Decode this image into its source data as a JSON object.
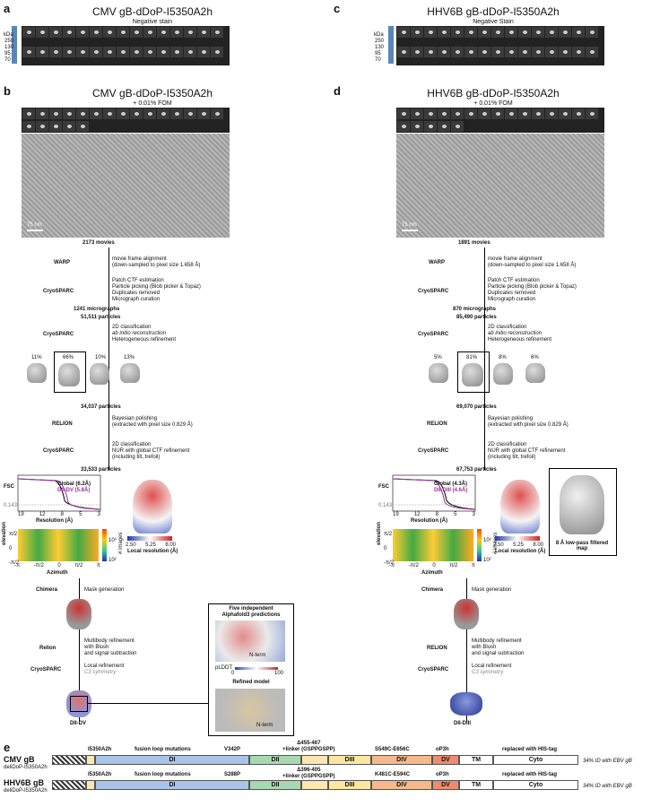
{
  "panels": {
    "a": {
      "letter": "a",
      "title": "CMV gB-dDoP-I5350A2h",
      "subtitle": "Negative stain",
      "ladder_unit": "kDa",
      "ladder": [
        "250",
        "130",
        "95",
        "70"
      ]
    },
    "b": {
      "letter": "b",
      "title": "CMV gB-dDoP-I5350A2h",
      "subtitle": "+ 0.01% FOM",
      "scalebar": "75 nm",
      "workflow": [
        {
          "count": "2173 movies"
        },
        {
          "software": "WARP",
          "text": [
            "movie frame alignment",
            "(down-sampled to pixel size 1.658 Å)"
          ]
        },
        {
          "software": "CryoSPARC",
          "text": [
            "Patch CTF estimation",
            "Particle picking (Blob picker & Topaz)",
            "Duplicates removed",
            "Micrograph curation"
          ]
        },
        {
          "count": "1241 micrographs"
        },
        {
          "count": "51,511 particles"
        },
        {
          "software": "CryoSPARC",
          "text": [
            "2D classification",
            "ab initio reconstruction",
            "Heterogeneous refinement"
          ]
        },
        {
          "count": "34,037 particles"
        },
        {
          "software": "RELION",
          "text": [
            "Bayesian polishing",
            "(extracted with pixel size 0.829 Å)"
          ]
        },
        {
          "software": "CryoSPARC",
          "text": [
            "2D classification",
            "NUR with global CTF refinement",
            "(including tilt, trefoil)"
          ]
        },
        {
          "count": "33,533 particles"
        }
      ],
      "class_pcts": [
        "11%",
        "66%",
        "10%",
        "13%"
      ],
      "fsc": {
        "ylabel": "FSC",
        "xlabel": "Resolution (Å)",
        "xticks": [
          "19",
          "12",
          "8",
          "5",
          "3"
        ],
        "threshold": "0.143",
        "legend": [
          "Global (6.2Å)",
          "DII-DV (5.8Å)"
        ]
      },
      "orient": {
        "ylabel": "elevation",
        "xlabel": "Azimuth",
        "yticks": [
          "π/2",
          "0",
          "-π/2"
        ],
        "xticks": [
          "-π",
          "-π/2",
          "0",
          "π/2",
          "π"
        ],
        "cbar_ticks": [
          "10³",
          "10²"
        ],
        "cbar_label": "# images"
      },
      "locres": {
        "ticks": [
          "2.50",
          "5.25",
          "8.00"
        ],
        "label": "Local resolution (Å)"
      },
      "post": [
        {
          "software": "Chimera",
          "text": [
            "Mask generation"
          ]
        },
        {
          "software": "Relion",
          "text": [
            "Multibody refinement",
            "with Blush",
            "and signal subtraction"
          ]
        },
        {
          "software": "CryoSPARC",
          "text": [
            "Local refinement",
            "C3 symmetry"
          ]
        }
      ],
      "final_label": "DII-DV",
      "inset": {
        "title1": "Five independent",
        "title2": "Alphafold3 predictions",
        "nterm": "N-term",
        "plddt": "pLDDT",
        "plddt_min": "0",
        "plddt_max": "100",
        "refined": "Refined model",
        "nterm2": "N-term"
      }
    },
    "c": {
      "letter": "c",
      "title": "HHV6B gB-dDoP-I5350A2h",
      "subtitle": "Negative Stain",
      "ladder_unit": "kDa",
      "ladder": [
        "250",
        "130",
        "95",
        "70"
      ]
    },
    "d": {
      "letter": "d",
      "title": "HHV6B gB-dDoP-I5350A2h",
      "subtitle": "+ 0.01% FOM",
      "scalebar": "75 nm",
      "workflow": [
        {
          "count": "1891 movies"
        },
        {
          "software": "WARP",
          "text": [
            "movie frame alignment",
            "(down-sampled to pixel size 1.658 Å)"
          ]
        },
        {
          "software": "CryoSPARC",
          "text": [
            "Patch CTF estimation",
            "Particle picking (Blob picker & Topaz)",
            "Duplicates removed",
            "Micrograph curation"
          ]
        },
        {
          "count": "870 micrographs"
        },
        {
          "count": "85,490 particles"
        },
        {
          "software": "CryoSPARC",
          "text": [
            "2D classification",
            "ab initio reconstruction",
            "Heterogeneous refinement"
          ]
        },
        {
          "count": "69,070 particles"
        },
        {
          "software": "RELION",
          "text": [
            "Bayesian polishing",
            "(extracted with pixel size 0.829 Å)"
          ]
        },
        {
          "software": "CryoSPARC",
          "text": [
            "2D classification",
            "NUR with global CTF refinement",
            "(including tilt, trefoil)"
          ]
        },
        {
          "count": "67,753 particles"
        }
      ],
      "class_pcts": [
        "5%",
        "81%",
        "8%",
        "6%"
      ],
      "fsc": {
        "ylabel": "FSC",
        "xlabel": "Resolution (Å)",
        "xticks": [
          "19",
          "12",
          "8",
          "5",
          "3"
        ],
        "threshold": "0.143",
        "legend": [
          "Global (4.3Å)",
          "DII-DIII (4.6Å)"
        ]
      },
      "orient": {
        "ylabel": "elevation",
        "xlabel": "Azimuth",
        "yticks": [
          "π/2",
          "0",
          "-π/2"
        ],
        "xticks": [
          "-π",
          "-π/2",
          "0",
          "π/2",
          "π"
        ],
        "cbar_ticks": [
          "10³",
          "10²"
        ],
        "cbar_label": "# images"
      },
      "locres": {
        "ticks": [
          "2.50",
          "5.25",
          "8.00"
        ],
        "label": "Local resolution (Å)"
      },
      "lowpass": "8 Å low-pass filtered map",
      "post": [
        {
          "software": "Chimera",
          "text": [
            "Mask generation"
          ]
        },
        {
          "software": "RELION",
          "text": [
            "Multibody refinement",
            "with Blush",
            "and signal subtraction"
          ]
        },
        {
          "software": "CryoSPARC",
          "text": [
            "Local refinement",
            "C3 symmetry"
          ]
        }
      ],
      "final_label": "DII-DIII"
    },
    "e": {
      "letter": "e",
      "rows": [
        {
          "name": "CMV gB",
          "construct": "deliDoP-I5350A2h",
          "mut1": "I5350A2h",
          "mut2": "fusion loop mutations",
          "mut3": "V342P",
          "linker1": "Δ455-467",
          "linker2": "+linker (GSPPGSPP)",
          "mut4": "S549C-E656C",
          "op": "oP3h",
          "his": "replaced with HIS-tag",
          "identity": "34% ID with EBV gB"
        },
        {
          "name": "HHV6B gB",
          "construct": "deliDoP-I5350A2h",
          "mut1": "I5350A2h",
          "mut2": "fusion loop mutations",
          "mut3": "S288P",
          "linker1": "Δ396-405",
          "linker2": "+linker (GSPPGSPP)",
          "mut4": "K481C-E594C",
          "op": "oP3h",
          "his": "replaced with HIS-tag",
          "identity": "34% ID with EBV gB"
        }
      ],
      "domains": [
        "DI",
        "DII",
        "DIII",
        "DIV",
        "DV",
        "TM",
        "Cyto"
      ],
      "colors": {
        "DI": "#a9c4e6",
        "DII": "#a8d8b0",
        "DIII": "#fbe7a0",
        "DIV": "#f5b98c",
        "DV": "#f08a6e",
        "link": "#fde6b0",
        "TM": "#ffffff",
        "Cyto": "#ffffff"
      }
    }
  }
}
